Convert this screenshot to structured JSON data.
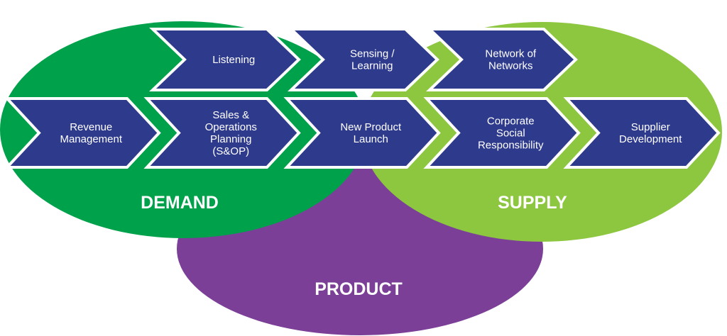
{
  "colors": {
    "demand": "#00a14b",
    "supply": "#8dc63f",
    "product": "#7b3f98",
    "chevron_fill": "#2e3a8c",
    "chevron_border": "#ffffff",
    "text": "#ffffff"
  },
  "regions": {
    "demand": "DEMAND",
    "supply": "SUPPLY",
    "product": "PRODUCT"
  },
  "top_row": [
    {
      "id": "listening",
      "lines": [
        "Listening"
      ]
    },
    {
      "id": "sensing-learning",
      "lines": [
        "Sensing /",
        "Learning"
      ]
    },
    {
      "id": "network-of-networks",
      "lines": [
        "Network of",
        "Networks"
      ]
    }
  ],
  "bottom_row": [
    {
      "id": "revenue-management",
      "lines": [
        "Revenue",
        "Management"
      ]
    },
    {
      "id": "sales-operations-planning",
      "lines": [
        "Sales &",
        "Operations",
        "Planning",
        "(S&OP)"
      ]
    },
    {
      "id": "new-product-launch",
      "lines": [
        "New Product",
        "Launch"
      ]
    },
    {
      "id": "corporate-social-responsibility",
      "lines": [
        "Corporate",
        "Social",
        "Responsibility"
      ]
    },
    {
      "id": "supplier-development",
      "lines": [
        "Supplier",
        "Development"
      ]
    }
  ]
}
